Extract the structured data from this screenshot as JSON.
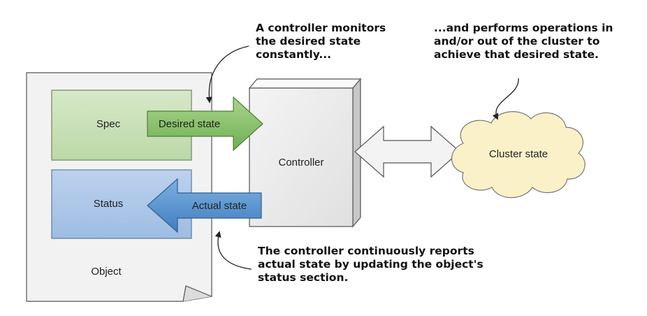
{
  "object": {
    "label": "Object"
  },
  "spec": {
    "label": "Spec"
  },
  "status": {
    "label": "Status"
  },
  "controller": {
    "label": "Controller"
  },
  "cluster": {
    "label": "Cluster state"
  },
  "arrows": {
    "desired": "Desired state",
    "actual": "Actual state"
  },
  "annotations": {
    "top_left": [
      "A controller monitors",
      "the desired state",
      "constantly..."
    ],
    "top_right": [
      "...and performs operations in",
      "and/or out of the cluster to",
      "achieve that desired state."
    ],
    "bottom": [
      "The controller continuously reports",
      "actual state by updating the object's",
      "status section."
    ]
  },
  "colors": {
    "spec_fill": "#c8dfb8",
    "status_fill": "#a9c4e6",
    "desired_arrow": "#8cc46e",
    "actual_arrow": "#5b95d0",
    "controller_fill": "#ececec",
    "cluster_fill": "#fbf1c8"
  }
}
